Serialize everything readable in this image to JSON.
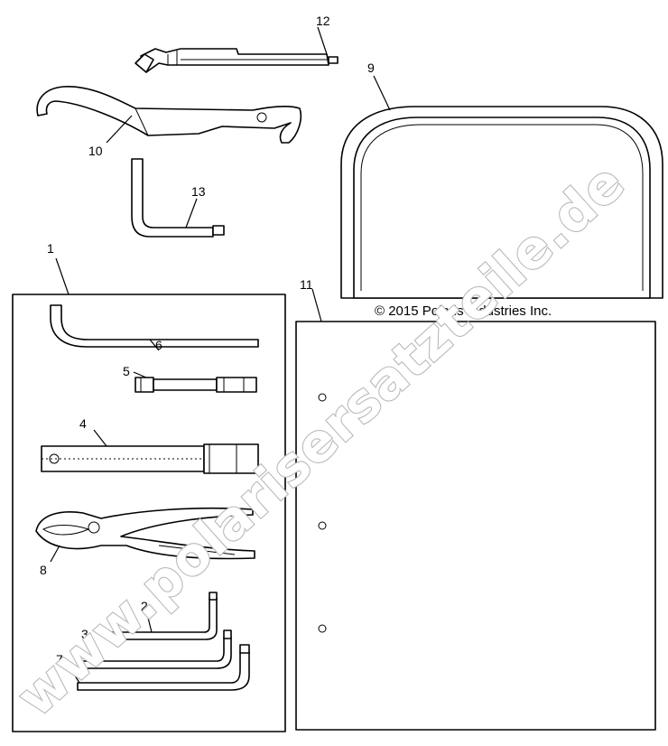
{
  "watermark": "www.polarisersatzteile.de",
  "copyright": "© 2015 Polaris Industries Inc.",
  "callouts": {
    "c1": "1",
    "c2": "2",
    "c3": "3",
    "c4": "4",
    "c5": "5",
    "c6": "6",
    "c7": "7",
    "c8": "8",
    "c9": "9",
    "c10": "10",
    "c11": "11",
    "c12": "12",
    "c13": "13"
  }
}
